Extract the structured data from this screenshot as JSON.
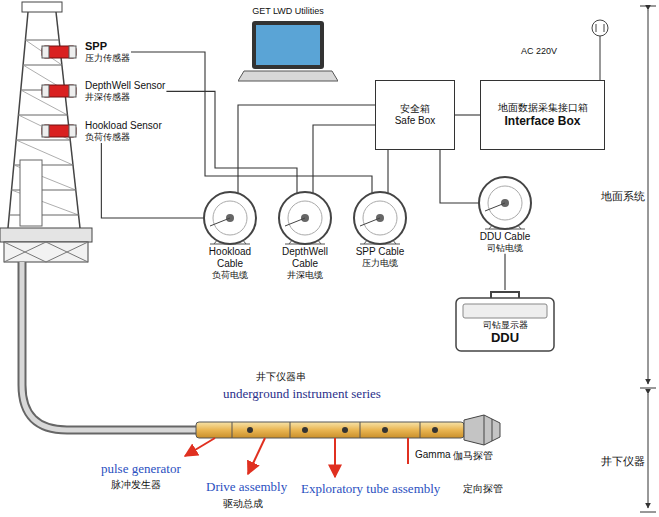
{
  "diagram": {
    "nodes": [
      {
        "text": [
          "GET LWD Utilities"
        ]
      },
      {
        "text": [
          "SPP",
          "压力传感器"
        ]
      },
      {
        "text": [
          "DepthWell Sensor",
          "井深传感器"
        ]
      },
      {
        "text": [
          "Hookload Sensor",
          "负荷传感器"
        ]
      },
      {
        "text": [
          "安全箱",
          "Safe Box"
        ]
      },
      {
        "text": [
          "地面数据采集接口箱",
          "Interface Box"
        ]
      },
      {
        "text": [
          "Hookload Cable",
          "负荷电缆"
        ]
      },
      {
        "text": [
          "DepthWell Cable",
          "井深电缆"
        ]
      },
      {
        "text": [
          "SPP Cable",
          "压力电缆"
        ]
      },
      {
        "text": [
          "DDU Cable",
          "司钻电缆"
        ]
      },
      {
        "text": [
          "司钻显示器",
          "DDU"
        ]
      }
    ],
    "edges": [
      {
        "from": 1,
        "to": 8,
        "arrow": "none"
      },
      {
        "from": 2,
        "to": 7,
        "arrow": "none"
      },
      {
        "from": 3,
        "to": 6,
        "arrow": "none"
      },
      {
        "from": 6,
        "to": 4,
        "arrow": "none"
      },
      {
        "from": 7,
        "to": 4,
        "arrow": "none"
      },
      {
        "from": 8,
        "to": 4,
        "arrow": "none"
      },
      {
        "from": 4,
        "to": 5,
        "arrow": "none"
      },
      {
        "from": 4,
        "to": 9,
        "arrow": "none"
      },
      {
        "from": 9,
        "to": 10,
        "arrow": "none"
      }
    ],
    "labels": [
      "AC 220V",
      "地面系统",
      "井下仪器",
      "井下仪器串",
      "underground instrument series",
      "pulse generator",
      "脉冲发生器",
      "Drive assembly",
      "驱动总成",
      "Exploratory tube assembly",
      "定向探管",
      "Gamma",
      "伽马探管"
    ]
  }
}
